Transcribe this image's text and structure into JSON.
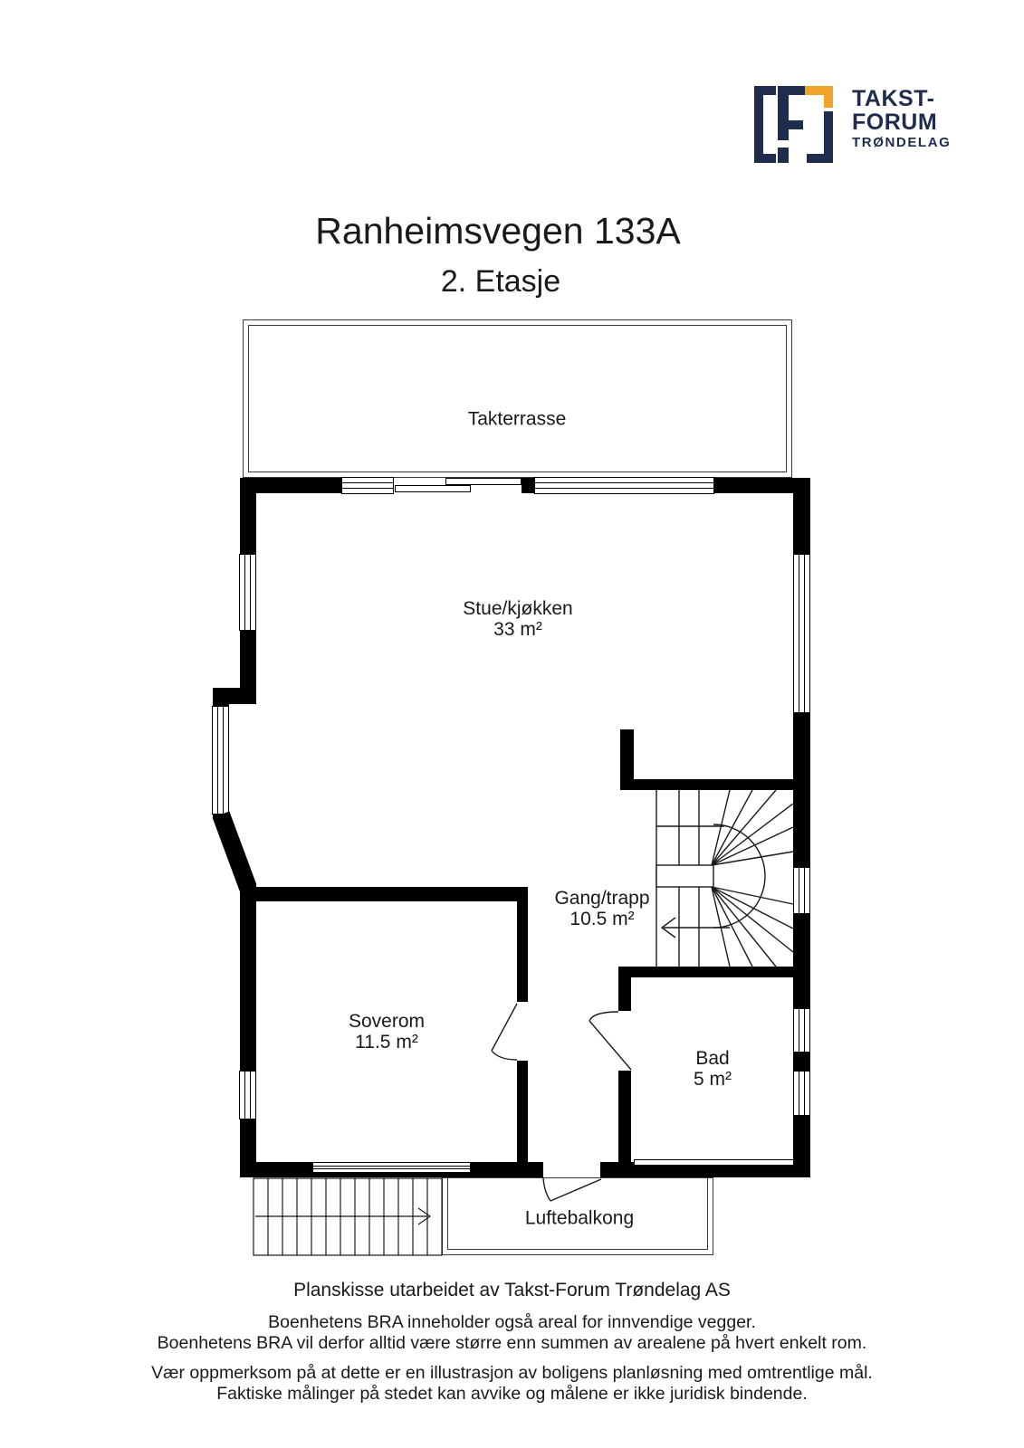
{
  "brand": {
    "line1": "TAKST-",
    "line2": "FORUM",
    "line3": "TRØNDELAG",
    "navy": "#1f2c4e",
    "yellow": "#f0a52a"
  },
  "title": "Ranheimsvegen 133A",
  "subtitle": "2. Etasje",
  "rooms": {
    "takterrasse": {
      "label": "Takterrasse"
    },
    "stue": {
      "label": "Stue/kjøkken",
      "area": "33 m²"
    },
    "gang": {
      "label": "Gang/trapp",
      "area": "10.5 m²"
    },
    "soverom": {
      "label": "Soverom",
      "area": "11.5 m²"
    },
    "bad": {
      "label": "Bad",
      "area": "5 m²"
    },
    "luftebalkong": {
      "label": "Luftebalkong"
    }
  },
  "footer": {
    "line1": "Planskisse utarbeidet av Takst-Forum Trøndelag AS",
    "line2": "Boenhetens BRA inneholder også areal for innvendige vegger.",
    "line3": "Boenhetens BRA vil derfor alltid være større enn summen av arealene på hvert enkelt rom.",
    "line4": "Vær oppmerksom på at dette er en illustrasjon av boligens planløsning med omtrentlige mål.",
    "line5": "Faktiske målinger på stedet kan avvike og målene er ikke juridisk bindende."
  }
}
